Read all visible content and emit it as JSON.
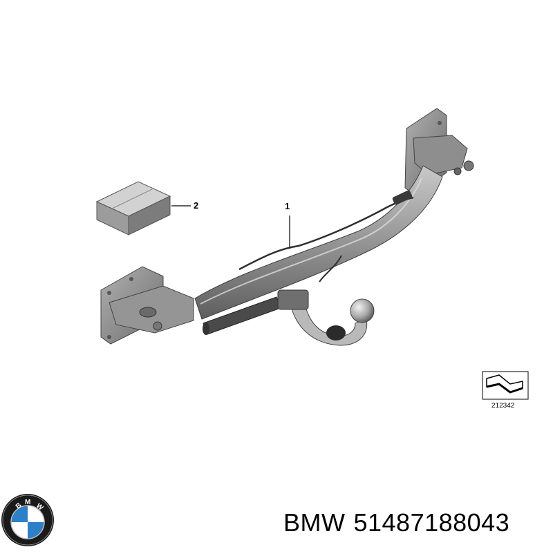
{
  "callouts": {
    "tow_hitch": "1",
    "module_box": "2"
  },
  "reference_code": "212342",
  "logo": {
    "letters": "BMW",
    "colors": {
      "blue": "#2d7fc7",
      "white": "#ffffff",
      "ring": "#1a1a1a"
    },
    "icon": "bmw-roundel-icon"
  },
  "caption": {
    "brand": "BMW",
    "part_number": "51487188043"
  }
}
